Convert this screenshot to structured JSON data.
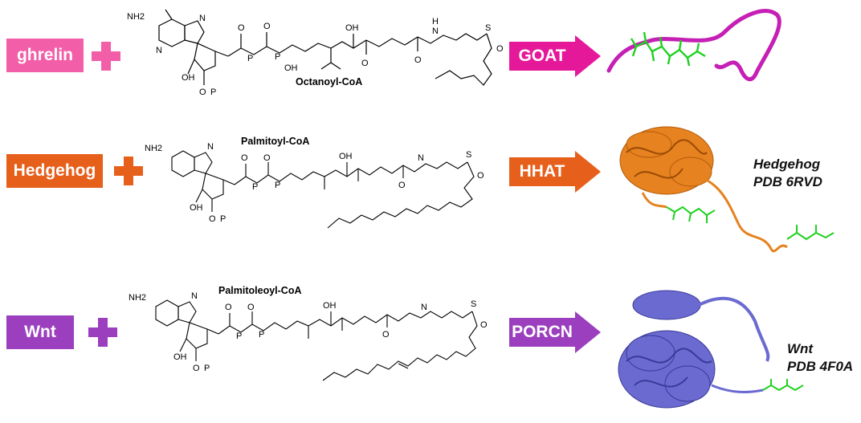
{
  "rows": [
    {
      "protein": "ghrelin",
      "protein_color": "#f25ea8",
      "molecule": "Octanoyl-CoA",
      "enzyme": "GOAT",
      "enzyme_color": "#e5189a",
      "pdb_name": "",
      "pdb_id": ""
    },
    {
      "protein": "Hedgehog",
      "protein_color": "#e65f1b",
      "molecule": "Palmitoyl-CoA",
      "enzyme": "HHAT",
      "enzyme_color": "#e65f1b",
      "pdb_name": "Hedgehog",
      "pdb_id": "PDB 6RVD"
    },
    {
      "protein": "Wnt",
      "protein_color": "#9b3fbf",
      "molecule": "Palmitoleoyl-CoA",
      "enzyme": "PORCN",
      "enzyme_color": "#9b3fbf",
      "pdb_name": "Wnt",
      "pdb_id": "PDB 4F0A"
    }
  ],
  "atom_labels": {
    "nh2": "NH2",
    "n": "N",
    "o": "O",
    "oh": "OH",
    "p": "P",
    "s": "S",
    "h": "H"
  }
}
